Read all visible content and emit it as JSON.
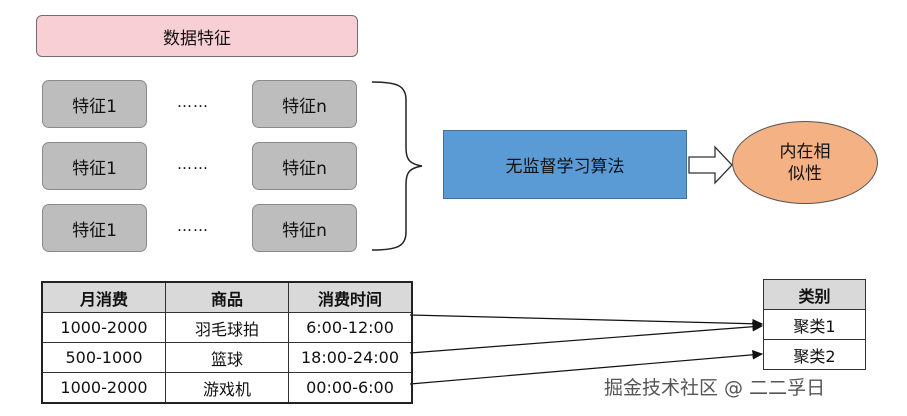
{
  "header": {
    "title": "数据特征"
  },
  "features": [
    {
      "left": "特征1",
      "dots": "……",
      "right": "特征n"
    },
    {
      "left": "特征1",
      "dots": "……",
      "right": "特征n"
    },
    {
      "left": "特征1",
      "dots": "……",
      "right": "特征n"
    }
  ],
  "algorithm": {
    "label": "无监督学习算法"
  },
  "result": {
    "line1": "内在相",
    "line2": "似性"
  },
  "data_table": {
    "headers": [
      "月消费",
      "商品",
      "消费时间"
    ],
    "rows": [
      [
        "1000-2000",
        "羽毛球拍",
        "6:00-12:00"
      ],
      [
        "500-1000",
        "篮球",
        "18:00-24:00"
      ],
      [
        "1000-2000",
        "游戏机",
        "00:00-6:00"
      ]
    ]
  },
  "category_table": {
    "header": "类别",
    "rows": [
      "聚类1",
      "聚类2"
    ]
  },
  "watermark": "掘金技术社区 @ 二二孚日",
  "colors": {
    "header_fill": "#f8cfd5",
    "feature_fill": "#bdbdbd",
    "algo_fill": "#5b9bd5",
    "result_fill": "#f4b183",
    "table_header_fill": "#d9d9d9"
  }
}
